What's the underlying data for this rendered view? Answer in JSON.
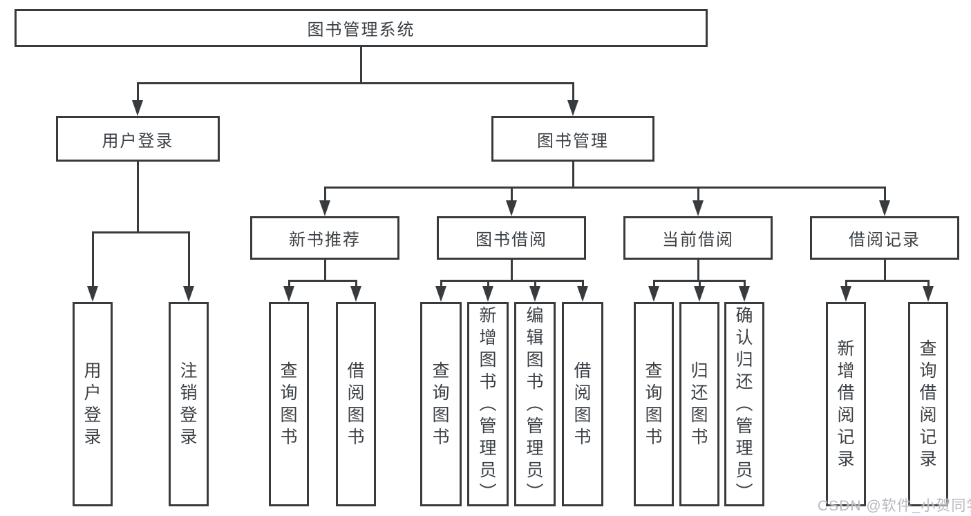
{
  "root_label": "图书管理系统",
  "level2": {
    "user_login": "用户登录",
    "book_mgmt": "图书管理"
  },
  "level3": {
    "new_books": "新书推荐",
    "book_borrow": "图书借阅",
    "current_borrow": "当前借阅",
    "borrow_records": "借阅记录"
  },
  "leaves": {
    "user_login": [
      "用户登录",
      "注销登录"
    ],
    "new_books": [
      "查询图书",
      "借阅图书"
    ],
    "book_borrow": [
      "查询图书",
      "新增图书（管理员）",
      "编辑图书（管理员）",
      "借阅图书"
    ],
    "current_borrow": [
      "查询图书",
      "归还图书",
      "确认归还（管理员）"
    ],
    "borrow_records": [
      "新增借阅记录",
      "查询借阅记录"
    ]
  },
  "watermark": "CSDN @软件_小贺同学",
  "colors": {
    "line": "#383b3e",
    "text": "#3b4045",
    "box_bg": "#ffffff",
    "watermark": "#b8b9bf"
  }
}
